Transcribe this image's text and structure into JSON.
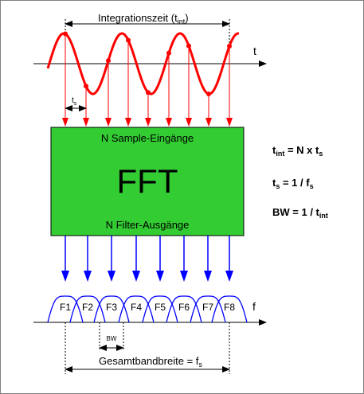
{
  "time_axis": {
    "label": "t",
    "integration_label": "Integrationszeit (t",
    "integration_sub": "int",
    "integration_close": ")",
    "sample_interval_label": "t",
    "sample_interval_sub": "s"
  },
  "fft_block": {
    "title": "FFT",
    "inputs_label": "N Sample-Eingänge",
    "outputs_label": "N Filter-Ausgänge",
    "fill_color": "#33cc33"
  },
  "formulas": {
    "line1": {
      "a": "t",
      "a_sub": "int",
      "b": " = N x t",
      "b_sub": "s"
    },
    "line2": {
      "a": "t",
      "a_sub": "s",
      "b": " = 1 / f",
      "b_sub": "s"
    },
    "line3": {
      "a": "BW  = 1 / t",
      "a_sub": "int"
    }
  },
  "freq_axis": {
    "label": "f",
    "filters": [
      "F1",
      "F2",
      "F3",
      "F4",
      "F5",
      "F6",
      "F7",
      "F8"
    ],
    "bw_label": "BW",
    "total_bw_label": "Gesamtbandbreite = f",
    "total_bw_sub": "s"
  },
  "colors": {
    "sine": "#ff0000",
    "sample_arrows": "#ff0000",
    "filter_arrows": "#0000ff",
    "filter_curves": "#0000ff"
  }
}
